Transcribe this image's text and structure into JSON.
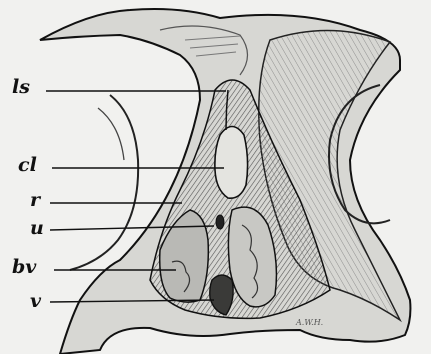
{
  "figure": {
    "labels": {
      "ls": "ls",
      "cl": "cl",
      "r": "r",
      "u": "u",
      "bv": "bv",
      "v": "v"
    },
    "signature": "A.W.H."
  },
  "colors": {
    "paper": "#f1f1ef",
    "ink": "#111111",
    "dark_shade": "#3a3a38",
    "mid_shade": "#7a7a76",
    "light_shade": "#b9b9b5"
  }
}
